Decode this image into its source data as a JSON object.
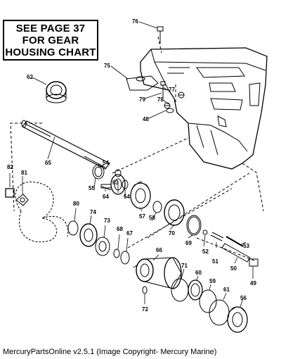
{
  "note": {
    "lines": [
      "SEE PAGE 37",
      "FOR GEAR",
      "HOUSING CHART"
    ]
  },
  "callouts": [
    "76",
    "75",
    "62",
    "77",
    "79",
    "78",
    "48",
    "65",
    "54",
    "55",
    "64",
    "63",
    "54",
    "82",
    "81",
    "80",
    "74",
    "73",
    "68",
    "67",
    "66",
    "57",
    "58",
    "70",
    "69",
    "52",
    "51",
    "53",
    "50",
    "49",
    "71",
    "60",
    "59",
    "61",
    "56",
    "72"
  ],
  "footer": {
    "text": "MercuryPartsOnline v2.5.1 (Image Copyright- Mercury Marine)"
  },
  "colors": {
    "ink": "#000000",
    "background": "#ffffff"
  }
}
